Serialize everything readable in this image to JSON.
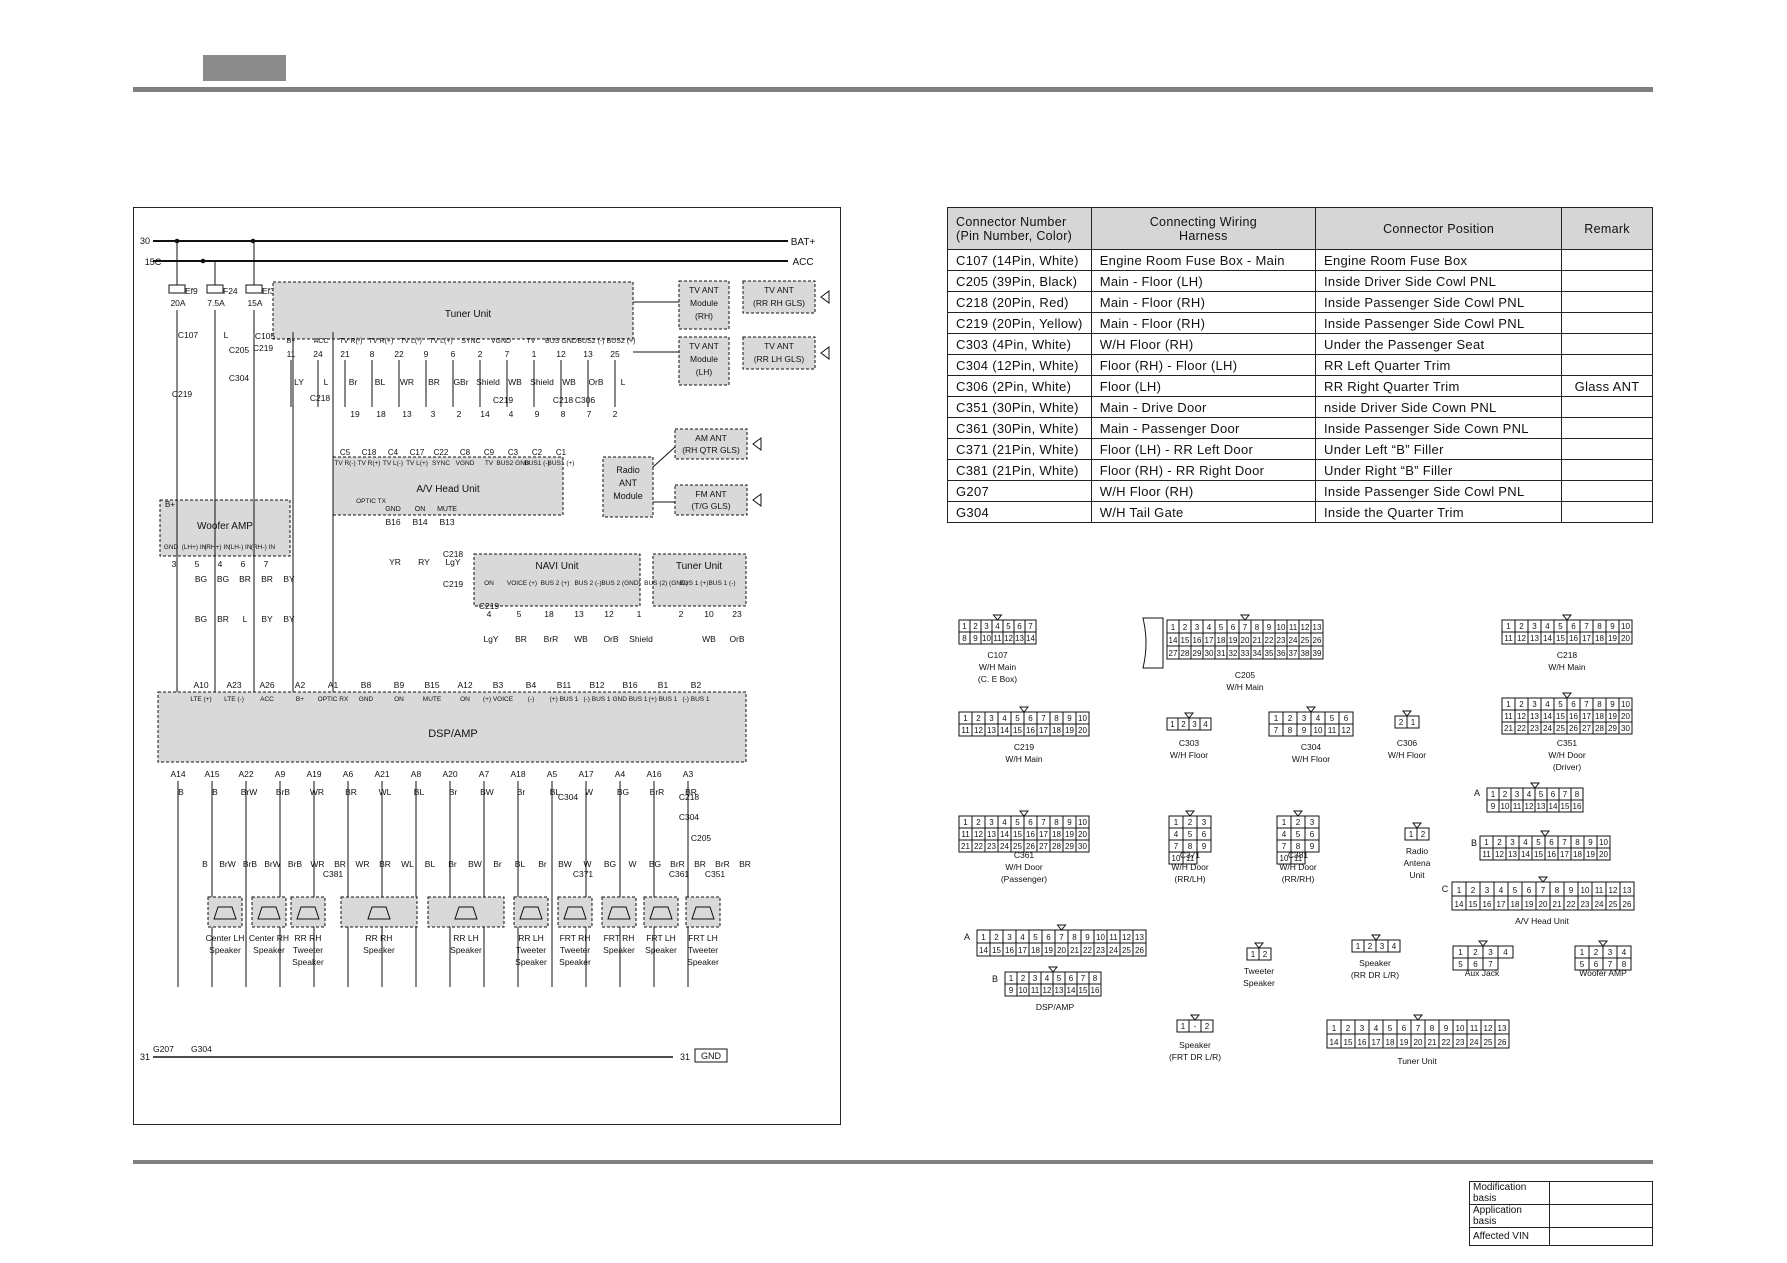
{
  "schematic": {
    "rails": {
      "bat_num": "30",
      "bat_label": "BAT+",
      "acc_num": "15C",
      "acc_label": "ACC",
      "gnd_num": "31",
      "gnd_num_right": "31",
      "gnd_label": "GND"
    },
    "fuses": [
      {
        "name": "Ef9",
        "rating": "20A"
      },
      {
        "name": "F24",
        "rating": "7.5A"
      },
      {
        "name": "Ef3",
        "rating": "15A"
      }
    ],
    "modules": {
      "tuner": "Tuner Unit",
      "head": "A/V Head Unit",
      "woofer": "Woofer AMP",
      "navi": "NAVI Unit",
      "tuner2": "Tuner Unit",
      "radio_ant": [
        "Radio",
        "ANT",
        "Module"
      ],
      "dsp": "DSP/AMP",
      "tv_ant_rh": [
        "TV ANT",
        "Module",
        "(RH)"
      ],
      "tv_ant_lh": [
        "TV ANT",
        "Module",
        "(LH)"
      ],
      "tv_ant_rr_rh": [
        "TV ANT",
        "(RR RH GLS)"
      ],
      "tv_ant_rr_lh": [
        "TV ANT",
        "(RR LH GLS)"
      ],
      "am_ant": [
        "AM ANT",
        "(RH QTR GLS)"
      ],
      "fm_ant": [
        "FM ANT",
        "(T/G GLS)"
      ]
    },
    "connector_labels": [
      "C107",
      "C205",
      "C219",
      "C105",
      "C304",
      "C219",
      "C218",
      "C219",
      "C218",
      "C306",
      "C219",
      "C218",
      "C219",
      "C304",
      "C218",
      "C304",
      "C205",
      "C381",
      "C371",
      "C361",
      "C351"
    ],
    "tuner_pins": {
      "labels": [
        "B+",
        "ACC",
        "TV R(-)",
        "TV R(+)",
        "TV L(-)",
        "TV L(+)",
        "SYNC",
        "VGND",
        "TV",
        "BUS GND",
        "BUS2 (-)",
        "BUS2 (+)"
      ],
      "numbers": [
        "11",
        "24",
        "21",
        "8",
        "22",
        "9",
        "6",
        "2",
        "7",
        "1",
        "12",
        "13",
        "25"
      ]
    },
    "tuner_wires": [
      "LY",
      "L",
      "Br",
      "BL",
      "WR",
      "BR",
      "GBr",
      "Shield",
      "WB",
      "Shield",
      "WB",
      "OrB",
      "L"
    ],
    "c218_pins": [
      "19",
      "18",
      "13",
      "3",
      "2",
      "14",
      "4",
      "9",
      "8",
      "7",
      "2"
    ],
    "head_pins": {
      "labels": [
        "TV R(-)",
        "TV R(+)",
        "TV L(-)",
        "TV L(+)",
        "SYNC",
        "VGND",
        "TV",
        "BUS2 GND",
        "BUS1 (-)",
        "BUS1 (+)"
      ],
      "numbers": [
        "C5",
        "C18",
        "C4",
        "C17",
        "C22",
        "C8",
        "C9",
        "C3",
        "C2",
        "C1"
      ],
      "optic": "OPTIC TX",
      "b_labels": [
        "GND",
        "ON",
        "MUTE"
      ],
      "b_numbers": [
        "B16",
        "B14",
        "B13"
      ]
    },
    "woofer_pins": {
      "labels": [
        "GND",
        "(LH+) IN",
        "(RH+) IN",
        "(LH-) IN",
        "(RH-) IN"
      ],
      "bplus": "B+",
      "numbers": [
        "3",
        "5",
        "4",
        "6",
        "7"
      ]
    },
    "woofer_wires": [
      "BG",
      "BG",
      "BR",
      "BR",
      "BY",
      "BG",
      "BR",
      "L",
      "BY",
      "BY"
    ],
    "navi_pins": {
      "labels": [
        "ON",
        "VOICE (+)",
        "BUS 2 (+)",
        "BUS 2 (-)",
        "BUS 2 (GND)"
      ],
      "numbers": [
        "4",
        "5",
        "18",
        "13",
        "12",
        "1"
      ],
      "wires": [
        "LgY",
        "BR",
        "BrR",
        "WB",
        "OrB",
        "Shield"
      ]
    },
    "tuner2_pins": {
      "labels": [
        "BUS (2) (GND)",
        "BUS 1 (+)",
        "BUS 1 (-)"
      ],
      "numbers": [
        "2",
        "10",
        "23"
      ],
      "wires": [
        "WB",
        "OrB"
      ]
    },
    "head_wires": [
      "YR",
      "RY",
      "LgY"
    ],
    "dsp_top_pins": {
      "numbers": [
        "A10",
        "A23",
        "A26",
        "A2",
        "A1",
        "B8",
        "B9",
        "B15",
        "A12",
        "B3",
        "B4",
        "B11",
        "B12",
        "B16",
        "B1",
        "B2"
      ],
      "labels": [
        "LTE (+)",
        "LTE (-)",
        "ACC",
        "B+",
        "OPTIC RX",
        "GND",
        "ON",
        "MUTE",
        "ON",
        "(+) VOICE",
        "(-)",
        "(+) BUS 1",
        "(-) BUS 1",
        "GND BUS 1",
        "(+) BUS 1",
        "(-) BUS 1"
      ]
    },
    "dsp_bottom_pins": {
      "numbers": [
        "A14",
        "A15",
        "A22",
        "A9",
        "A19",
        "A6",
        "A21",
        "A8",
        "A20",
        "A7",
        "A18",
        "A5",
        "A17",
        "A4",
        "A16",
        "A3"
      ],
      "wires": [
        "B",
        "B",
        "BrW",
        "BrB",
        "WR",
        "BR",
        "WL",
        "BL",
        "Br",
        "BW",
        "Br",
        "BL",
        "W",
        "BG",
        "BrR",
        "BR"
      ]
    },
    "speakers": [
      {
        "name": [
          "Center LH",
          "Speaker"
        ]
      },
      {
        "name": [
          "Center RH",
          "Speaker"
        ]
      },
      {
        "name": [
          "RR RH",
          "Tweeter",
          "Speaker"
        ]
      },
      {
        "name": [
          "RR RH",
          "Speaker"
        ]
      },
      {
        "name": [
          "RR LH",
          "Speaker"
        ]
      },
      {
        "name": [
          "RR LH",
          "Tweeter",
          "Speaker"
        ]
      },
      {
        "name": [
          "FRT RH",
          "Tweeter",
          "Speaker"
        ]
      },
      {
        "name": [
          "FRT RH",
          "Speaker"
        ]
      },
      {
        "name": [
          "FRT  LH",
          "Speaker"
        ]
      },
      {
        "name": [
          "FRT LH",
          "Tweeter",
          "Speaker"
        ]
      }
    ],
    "speaker_wires": [
      "B",
      "BrW",
      "BrB",
      "BrW",
      "BrB",
      "WR",
      "BR",
      "WR",
      "BR",
      "WL",
      "BL",
      "Br",
      "BW",
      "Br",
      "BL",
      "Br",
      "BW",
      "W",
      "BG",
      "W",
      "BG",
      "BrR",
      "BR",
      "BrR",
      "BR"
    ],
    "grounds": [
      "G207",
      "G304"
    ]
  },
  "table": {
    "headers": [
      "Connector Number\n(Pin Number, Color)",
      "Connecting Wiring\nHarness",
      "Connector Position",
      "Remark"
    ],
    "rows": [
      [
        "C107 (14Pin, White)",
        "Engine Room Fuse Box - Main",
        "Engine Room Fuse Box",
        ""
      ],
      [
        "C205 (39Pin, Black)",
        "Main - Floor (LH)",
        "Inside Driver Side Cowl PNL",
        ""
      ],
      [
        "C218 (20Pin, Red)",
        "Main - Floor (RH)",
        "Inside Passenger Side Cowl PNL",
        ""
      ],
      [
        "C219 (20Pin, Yellow)",
        "Main - Floor (RH)",
        "Inside Passenger Side Cowl PNL",
        ""
      ],
      [
        "C303 (4Pin, White)",
        "W/H Floor (RH)",
        "Under the Passenger Seat",
        ""
      ],
      [
        "C304 (12Pin, White)",
        "Floor (RH) - Floor (LH)",
        "RR Left Quarter Trim",
        ""
      ],
      [
        "C306 (2Pin, White)",
        "Floor (LH)",
        "RR Right Quarter Trim",
        "Glass ANT"
      ],
      [
        "C351 (30Pin, White)",
        "Main - Drive Door",
        "nside Driver Side Cown PNL",
        ""
      ],
      [
        "C361 (30Pin, White)",
        "Main - Passenger Door",
        "Inside Passenger Side Cown PNL",
        ""
      ],
      [
        "C371 (21Pin, White)",
        "Floor (LH) - RR Left Door",
        "Under Left “B” Filler",
        ""
      ],
      [
        "C381 (21Pin, White)",
        "Floor (RH) - RR Right Door",
        "Under Right “B” Filler",
        ""
      ],
      [
        "G207",
        "W/H Floor (RH)",
        "Inside Passenger Side Cowl PNL",
        ""
      ],
      [
        "G304",
        "W/H Tail Gate",
        "Inside the Quarter Trim",
        ""
      ]
    ]
  },
  "connectors": [
    {
      "id": "c107",
      "label": [
        "C107",
        "W/H Main",
        "(C. E Box)"
      ]
    },
    {
      "id": "c205",
      "label": [
        "C205",
        "W/H Main"
      ]
    },
    {
      "id": "c218",
      "label": [
        "C218",
        "W/H Main"
      ]
    },
    {
      "id": "c219",
      "label": [
        "C219",
        "W/H Main"
      ]
    },
    {
      "id": "c303",
      "label": [
        "C303",
        "W/H Floor"
      ]
    },
    {
      "id": "c304",
      "label": [
        "C304",
        "W/H Floor"
      ]
    },
    {
      "id": "c306",
      "label": [
        "C306",
        "W/H Floor"
      ]
    },
    {
      "id": "c351",
      "label": [
        "C351",
        "W/H Door",
        "(Driver)"
      ]
    },
    {
      "id": "c361",
      "label": [
        "C361",
        "W/H Door",
        "(Passenger)"
      ]
    },
    {
      "id": "c371",
      "label": [
        "C371",
        "W/H Door",
        "(RR/LH)"
      ]
    },
    {
      "id": "c381",
      "label": [
        "C381",
        "W/H Door",
        "(RR/RH)"
      ]
    },
    {
      "id": "radio_ant",
      "label": [
        "Radio",
        "Antena",
        "Unit"
      ]
    },
    {
      "id": "av_head",
      "label": [
        "A/V Head Unit"
      ]
    },
    {
      "id": "dsp_amp",
      "label": [
        "DSP/AMP"
      ]
    },
    {
      "id": "tweeter",
      "label": [
        "Tweeter",
        "Speaker"
      ]
    },
    {
      "id": "speaker_rr",
      "label": [
        "Speaker",
        "(RR DR L/R)"
      ]
    },
    {
      "id": "aux_jack",
      "label": [
        "Aux Jack"
      ]
    },
    {
      "id": "woofer_amp",
      "label": [
        "Woofer AMP"
      ]
    },
    {
      "id": "speaker_frt",
      "label": [
        "Speaker",
        "(FRT DR L/R)"
      ]
    },
    {
      "id": "tuner_unit",
      "label": [
        "Tuner Unit"
      ]
    }
  ],
  "connector_pins": {
    "c107": [
      "1",
      "2",
      "3",
      "4",
      "5",
      "6",
      "7",
      "8",
      "9",
      "10",
      "11",
      "12",
      "13",
      "14"
    ],
    "c205": [
      "1",
      "2",
      "3",
      "4",
      "5",
      "6",
      "7",
      "8",
      "9",
      "10",
      "11",
      "12",
      "13",
      "14",
      "15",
      "16",
      "17",
      "18",
      "19",
      "20",
      "21",
      "22",
      "23",
      "24",
      "25",
      "26",
      "27",
      "28",
      "29",
      "30",
      "31",
      "32",
      "33",
      "34",
      "35",
      "36",
      "37",
      "38",
      "39"
    ],
    "c218": [
      "1",
      "2",
      "3",
      "4",
      "5",
      "6",
      "7",
      "8",
      "9",
      "10",
      "11",
      "12",
      "13",
      "14",
      "15",
      "16",
      "17",
      "18",
      "19",
      "20"
    ],
    "c219": [
      "1",
      "2",
      "3",
      "4",
      "5",
      "6",
      "7",
      "8",
      "9",
      "10",
      "11",
      "12",
      "13",
      "14",
      "15",
      "16",
      "17",
      "18",
      "19",
      "20"
    ],
    "c303": [
      "1",
      "2",
      "3",
      "4"
    ],
    "c304": [
      "1",
      "2",
      "3",
      "4",
      "5",
      "6",
      "7",
      "8",
      "9",
      "10",
      "11",
      "12"
    ],
    "c306": [
      "2",
      "1"
    ],
    "c30": [
      "1",
      "2",
      "3",
      "4",
      "5",
      "6",
      "7",
      "8",
      "9",
      "10",
      "11",
      "12",
      "13",
      "14",
      "15",
      "16",
      "17",
      "18",
      "19",
      "20",
      "21",
      "22",
      "23",
      "24",
      "25",
      "26",
      "27",
      "28",
      "29",
      "30"
    ],
    "c21": [
      "1",
      "2",
      "3",
      "4",
      "5",
      "6",
      "7",
      "8",
      "9",
      "10",
      "11"
    ],
    "radio_ant": [
      "1",
      "2"
    ],
    "av_a": [
      "1",
      "2",
      "3",
      "4",
      "5",
      "6",
      "7",
      "8",
      "9",
      "10",
      "11",
      "12",
      "13",
      "14",
      "15",
      "16"
    ],
    "av_b": [
      "1",
      "2",
      "3",
      "4",
      "5",
      "6",
      "7",
      "8",
      "9",
      "10",
      "11",
      "12",
      "13",
      "14",
      "15",
      "16",
      "17",
      "18",
      "19",
      "20"
    ],
    "av_c": [
      "1",
      "2",
      "3",
      "4",
      "5",
      "6",
      "7",
      "8",
      "9",
      "10",
      "11",
      "12",
      "13",
      "14",
      "15",
      "16",
      "17",
      "18",
      "19",
      "20",
      "21",
      "22",
      "23",
      "24",
      "25",
      "26"
    ],
    "dsp_a": [
      "1",
      "2",
      "3",
      "4",
      "5",
      "6",
      "7",
      "8",
      "9",
      "10",
      "11",
      "12",
      "13",
      "14",
      "15",
      "16",
      "17",
      "18",
      "19",
      "20",
      "21",
      "22",
      "23",
      "24",
      "25",
      "26"
    ],
    "dsp_b": [
      "1",
      "2",
      "3",
      "4",
      "5",
      "6",
      "7",
      "8",
      "9",
      "10",
      "11",
      "12",
      "13",
      "14",
      "15",
      "16"
    ],
    "tweeter": [
      "1",
      "2"
    ],
    "speaker_rr": [
      "1",
      "2",
      "3",
      "4"
    ],
    "aux": [
      "1",
      "2",
      "3",
      "4",
      "5",
      "6",
      "7"
    ],
    "woofer": [
      "1",
      "2",
      "3",
      "4",
      "5",
      "6",
      "7",
      "8"
    ],
    "speaker_frt": [
      "1",
      "-",
      "2"
    ],
    "tuner": [
      "1",
      "2",
      "3",
      "4",
      "5",
      "6",
      "7",
      "8",
      "9",
      "10",
      "11",
      "12",
      "13",
      "14",
      "15",
      "16",
      "17",
      "18",
      "19",
      "20",
      "21",
      "22",
      "23",
      "24",
      "25",
      "26"
    ],
    "row_letters": [
      "A",
      "B",
      "C",
      "A",
      "B"
    ]
  },
  "modification": [
    {
      "key": "Modification basis",
      "value": ""
    },
    {
      "key": "Application basis",
      "value": ""
    },
    {
      "key": "Affected VIN",
      "value": ""
    }
  ]
}
